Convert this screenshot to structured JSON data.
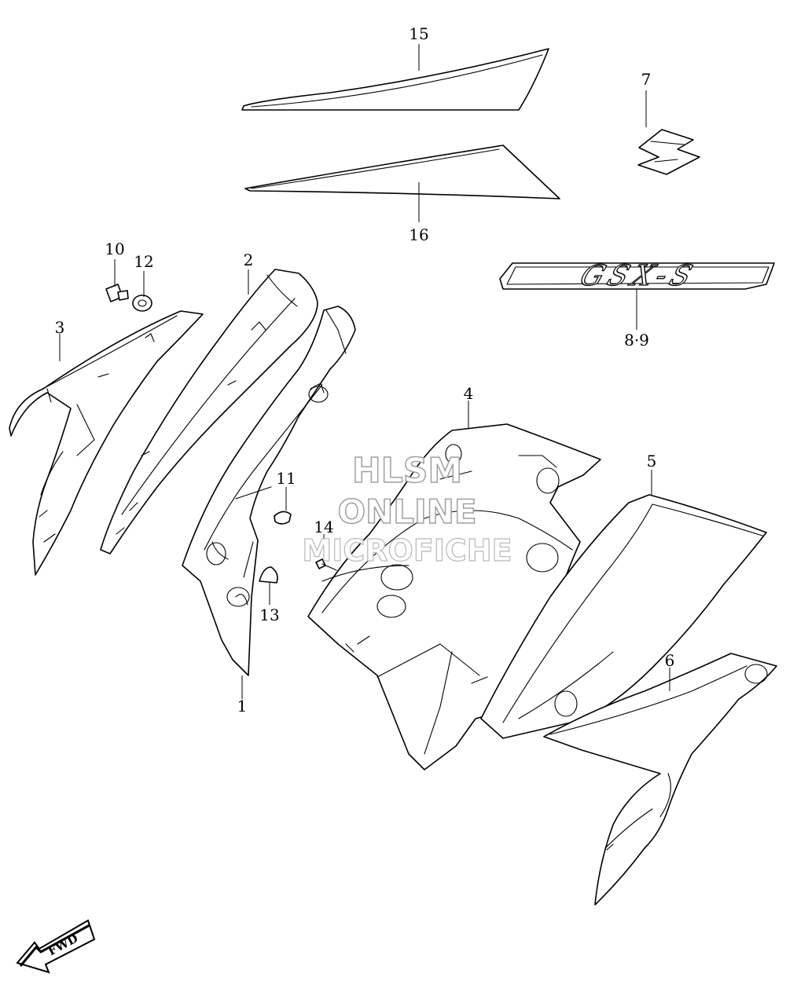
{
  "callouts": {
    "c1": "1",
    "c2": "2",
    "c3": "3",
    "c4": "4",
    "c5": "5",
    "c6": "6",
    "c7": "7",
    "c89": "8·9",
    "c10": "10",
    "c11": "11",
    "c12": "12",
    "c13": "13",
    "c14": "14",
    "c15": "15",
    "c16": "16"
  },
  "emblem_text": "GSX-S",
  "fwd_label": "FWD",
  "watermark": {
    "line1": "HLSM",
    "line2": "ONLINE",
    "line3": "MICROFICHE"
  },
  "colors": {
    "line": "#000000",
    "background": "#ffffff",
    "watermark_stroke": "#a0a0a0"
  }
}
